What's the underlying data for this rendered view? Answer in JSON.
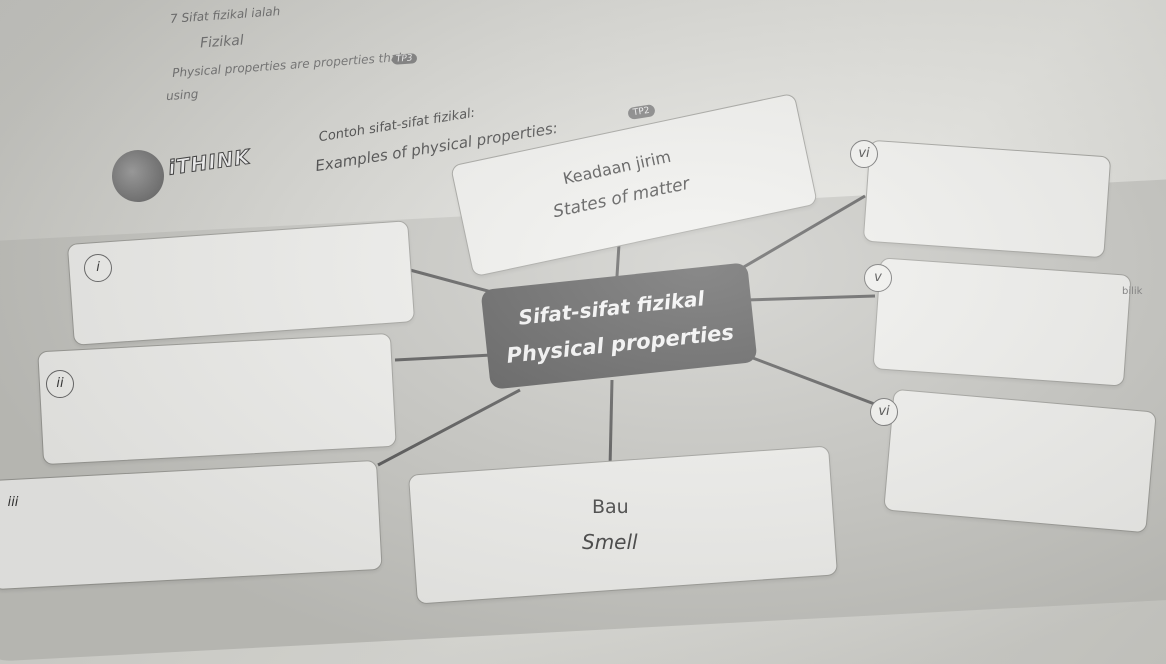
{
  "header": {
    "line1": "7  Sifat fizikal ialah",
    "line2": "Fizikal",
    "line3": "Physical properties are properties that",
    "line4": "using",
    "tp_top": "TP3"
  },
  "think": {
    "label": "iTHINK",
    "title_ms": "Contoh sifat-sifat fizikal:",
    "title_en": "Examples of physical properties:",
    "tp_badge": "TP2"
  },
  "center": {
    "ms": "Sifat-sifat fizikal",
    "en": "Physical properties"
  },
  "boxes": {
    "states_ms": "Keadaan jirim",
    "states_en": "States of matter",
    "smell_ms": "Bau",
    "smell_en": "Smell"
  },
  "numerals": {
    "i": "i",
    "ii": "ii",
    "iii": "iii",
    "v": "v",
    "vi_top": "vi",
    "vi_bottom": "vi"
  },
  "margin_note": "bilik",
  "colors": {
    "page": "#d8d8d3",
    "center_box": "#4a4a4a",
    "answer_box": "#efefec",
    "line": "#4a4a4a"
  }
}
